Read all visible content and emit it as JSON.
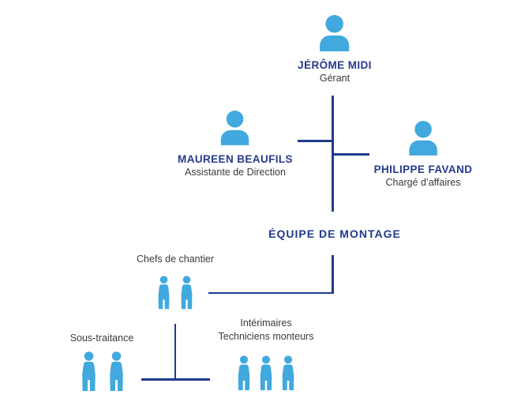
{
  "diagram": {
    "type": "organization-chart",
    "language": "fr",
    "colors": {
      "person_icon_blue": "#41A9DE",
      "primary_navy": "#243A8C",
      "connector_navy": "#21398F",
      "secondary_text": "#3A3A3A",
      "background": "#FFFFFF"
    },
    "nodes": {
      "gerant": {
        "name": "JÉRÔME MIDI",
        "role": "Gérant"
      },
      "assistante": {
        "name": "MAUREEN BEAUFILS",
        "role": "Assistante de Direction"
      },
      "charge_affaires": {
        "name": "PHILIPPE FAVAND",
        "role": "Chargé d’affaires"
      },
      "equipe_montage": {
        "label": "ÉQUIPE DE MONTAGE"
      },
      "chefs_chantier": {
        "label": "Chefs de chantier",
        "people_count": 2
      },
      "sous_traitance": {
        "label": "Sous-traitance",
        "people_count": 2
      },
      "interimaires": {
        "label_line1": "Intérimaires",
        "label_line2": "Techniciens monteurs",
        "people_count": 3
      }
    }
  }
}
